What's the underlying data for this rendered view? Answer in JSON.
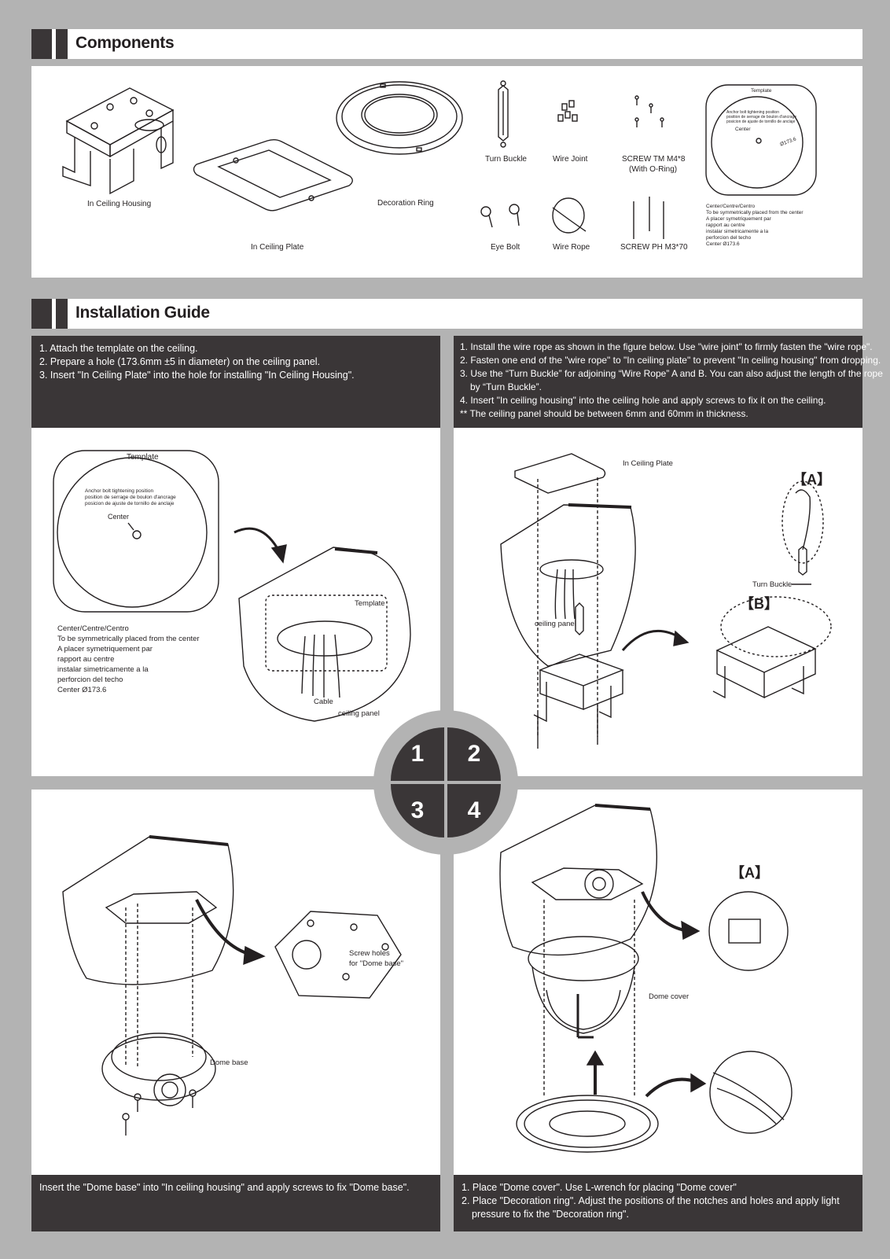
{
  "components_section": {
    "title": "Components",
    "items": {
      "in_ceiling_housing": "In Ceiling Housing",
      "in_ceiling_plate": "In Ceiling Plate",
      "decoration_ring": "Decoration Ring",
      "turn_buckle": "Turn Buckle",
      "wire_joint": "Wire Joint",
      "screw_tm_line1": "SCREW TM M4*8",
      "screw_tm_line2": "(With O-Ring)",
      "eye_bolt": "Eye Bolt",
      "wire_rope": "Wire Rope",
      "screw_ph": "SCREW PH M3*70"
    },
    "template_card": {
      "title": "Template",
      "anchor_lines": [
        "Anchor bolt tightening position",
        "position de serrage de boulon d'ancrage",
        "posicion de ajuste de tornillo de anclaje"
      ],
      "center": "Center",
      "diameter": "Ø173.6",
      "note_lines": [
        "Center/Centre/Centro",
        "To be symmetrically placed from the center",
        "A placer symetriquement par",
        "rapport au centre",
        "instalar simetricamente a la",
        "perforcion del techo",
        "Center Ø173.6"
      ]
    }
  },
  "installation_section": {
    "title": "Installation Guide",
    "step1": {
      "number": "1",
      "instructions": [
        "1. Attach the template on the ceiling.",
        "2. Prepare a hole (173.6mm ±5 in diameter) on the ceiling panel.",
        "3. Insert \"In Ceiling Plate\" into the hole for installing \"In Ceiling Housing\"."
      ],
      "template_title": "Template",
      "anchor_lines": [
        "Anchor bolt tightening position",
        "position de serrage de boulon d'ancrage",
        "posicion de ajuste de tornillo de anclaje"
      ],
      "center": "Center",
      "note_lines": [
        "Center/Centre/Centro",
        "To be symmetrically placed from the center",
        "A placer symetriquement par",
        "rapport au centre",
        "instalar simetricamente a la",
        "perforcion del techo",
        "Center Ø173.6"
      ],
      "label_template": "Template",
      "label_cable": "Cable",
      "label_ceiling_panel": "ceiling panel"
    },
    "step2": {
      "number": "2",
      "instructions": [
        "1. Install the wire rope as shown in the figure below. Use \"wire joint\" to firmly fasten the \"wire rope\".",
        "2. Fasten one end of the \"wire rope\" to \"In ceiling plate\" to prevent \"In ceiling housing\" from dropping.",
        "3. Use the “Turn Buckle” for adjoining “Wire Rope” A and B. You can also adjust the length of the rope",
        "by “Turn Buckle”.",
        "4. Insert \"In ceiling housing\" into the ceiling hole and apply screws to fix it on the ceiling.",
        "** The ceiling panel should be between 6mm and 60mm in thickness."
      ],
      "label_plate": "In Ceiling Plate",
      "label_a": "【A】",
      "label_b": "【B】",
      "label_turn_buckle": "Turn Buckle",
      "label_ceiling_panel": "ceiling panel"
    },
    "step3": {
      "number": "3",
      "instruction": "Insert the \"Dome base\" into \"In ceiling housing\" and apply screws to fix \"Dome base\".",
      "label_screw_holes_1": "Screw holes",
      "label_screw_holes_2": "for \"Dome base\"",
      "label_dome_base": "Dome base"
    },
    "step4": {
      "number": "4",
      "instructions": [
        "1. Place \"Dome cover\". Use L-wrench for placing \"Dome cover\"",
        "2. Place \"Decoration ring\". Adjust the positions of the notches and holes and apply light",
        "pressure to fix the \"Decoration ring\"."
      ],
      "label_a": "【A】",
      "label_dome_cover": "Dome cover"
    }
  }
}
